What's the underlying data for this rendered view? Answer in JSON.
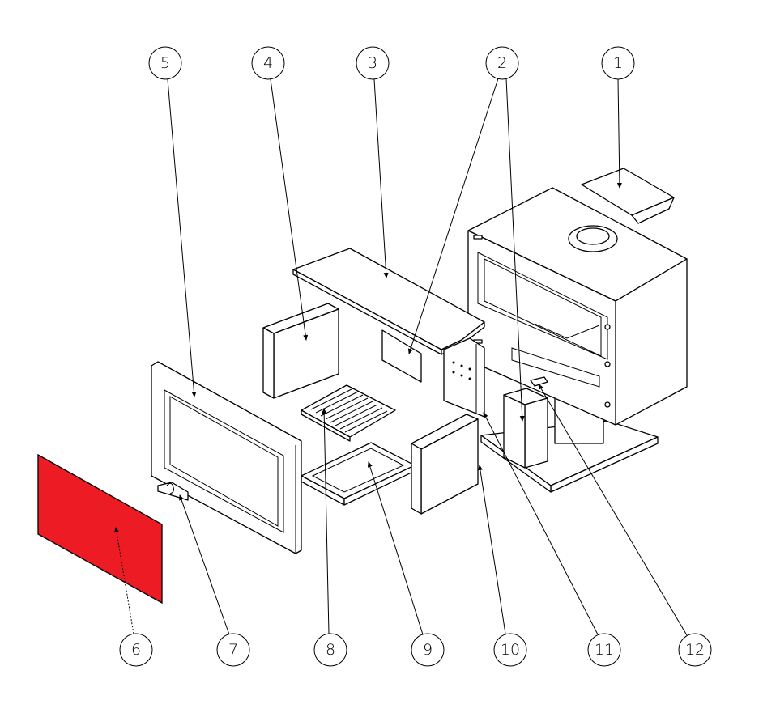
{
  "title": "Stove exploded parts diagram",
  "colors": {
    "glass": "#ED1C24",
    "line": "#000000"
  },
  "balloons": [
    {
      "label": "1"
    },
    {
      "label": "2"
    },
    {
      "label": "3"
    },
    {
      "label": "4"
    },
    {
      "label": "5"
    },
    {
      "label": "6"
    },
    {
      "label": "7"
    },
    {
      "label": "8"
    },
    {
      "label": "9"
    },
    {
      "label": "10"
    },
    {
      "label": "11"
    },
    {
      "label": "12"
    }
  ]
}
